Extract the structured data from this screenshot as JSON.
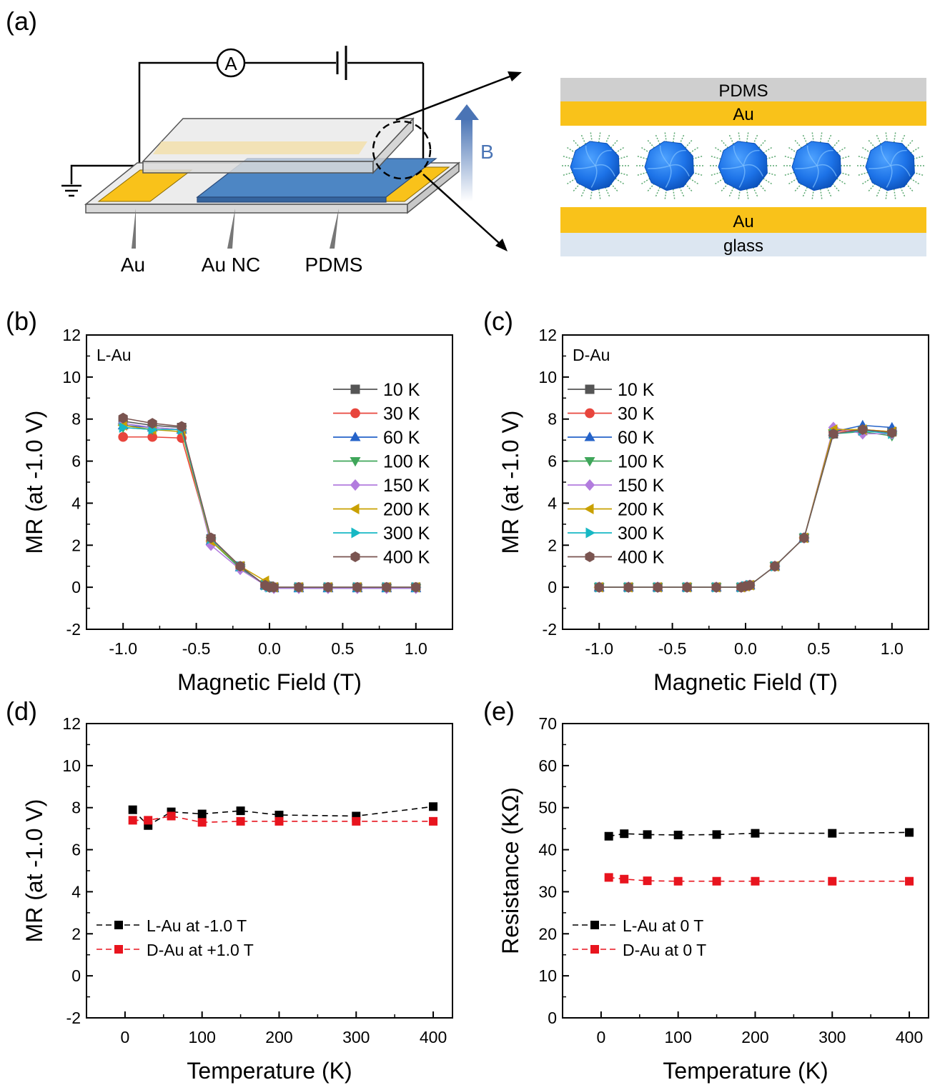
{
  "panel_labels": {
    "a": "(a)",
    "b": "(b)",
    "c": "(c)",
    "d": "(d)",
    "e": "(e)"
  },
  "schematic": {
    "ammeter": "A",
    "field_label": "B",
    "callouts": [
      "Au",
      "Au NC",
      "PDMS"
    ],
    "stack_layers": [
      "PDMS",
      "Au",
      "Au",
      "glass"
    ],
    "colors": {
      "gold": "#f9c21a",
      "nc_blue": "#4d86c4",
      "nanocluster": "#1d73e8",
      "pdms_gray": "#cfcfcf",
      "glass": "#dce6f1",
      "field_arrow": "#4a74b5"
    }
  },
  "chart_data": [
    {
      "id": "b",
      "type": "line",
      "annotation": "L-Au",
      "xlabel": "Magnetic Field (T)",
      "ylabel": "MR (at -1.0 V)",
      "xlim": [
        -1.25,
        1.25
      ],
      "ylim": [
        -2,
        12
      ],
      "xticks": [
        -1.0,
        -0.5,
        0.0,
        0.5,
        1.0
      ],
      "xtick_labels": [
        "-1.0",
        "-0.5",
        "0.0",
        "0.5",
        "1.0"
      ],
      "yticks": [
        -2,
        0,
        2,
        4,
        6,
        8,
        10,
        12
      ],
      "ytick_labels": [
        "-2",
        "0",
        "2",
        "4",
        "6",
        "8",
        "10",
        "12"
      ],
      "legend_position": "top-right",
      "x": [
        -1.0,
        -0.8,
        -0.6,
        -0.4,
        -0.2,
        -0.03,
        0.0,
        0.03,
        0.2,
        0.4,
        0.6,
        0.8,
        1.0
      ],
      "series": [
        {
          "name": "10 K",
          "color": "#555555",
          "marker": "square",
          "values": [
            7.9,
            7.7,
            7.6,
            2.3,
            1.0,
            0.1,
            0.05,
            0.0,
            0.0,
            0.0,
            0.0,
            0.0,
            0.0
          ]
        },
        {
          "name": "30 K",
          "color": "#e8453c",
          "marker": "circle",
          "values": [
            7.15,
            7.15,
            7.1,
            2.2,
            0.95,
            0.1,
            0.0,
            0.0,
            0.0,
            0.0,
            0.0,
            0.0,
            0.0
          ]
        },
        {
          "name": "60 K",
          "color": "#2563c9",
          "marker": "triangle-up",
          "values": [
            7.7,
            7.6,
            7.5,
            2.2,
            0.95,
            0.1,
            0.0,
            -0.05,
            -0.05,
            -0.05,
            -0.05,
            -0.05,
            -0.05
          ]
        },
        {
          "name": "100 K",
          "color": "#3fa65a",
          "marker": "triangle-down",
          "values": [
            7.6,
            7.5,
            7.5,
            2.2,
            0.9,
            0.1,
            0.0,
            -0.05,
            -0.05,
            -0.05,
            -0.05,
            -0.05,
            -0.05
          ]
        },
        {
          "name": "150 K",
          "color": "#b27cde",
          "marker": "diamond",
          "values": [
            7.8,
            7.6,
            7.5,
            2.0,
            0.85,
            0.1,
            0.0,
            -0.05,
            -0.05,
            -0.05,
            -0.05,
            -0.05,
            -0.05
          ]
        },
        {
          "name": "200 K",
          "color": "#c9a000",
          "marker": "triangle-left",
          "values": [
            7.7,
            7.5,
            7.4,
            2.2,
            1.0,
            0.3,
            0.0,
            0.0,
            0.0,
            0.0,
            0.0,
            0.0,
            0.0
          ]
        },
        {
          "name": "300 K",
          "color": "#17b8c4",
          "marker": "triangle-right",
          "values": [
            7.6,
            7.5,
            7.5,
            2.3,
            1.0,
            0.1,
            0.0,
            0.0,
            0.0,
            0.0,
            0.0,
            0.0,
            0.0
          ]
        },
        {
          "name": "400 K",
          "color": "#7a5450",
          "marker": "hexagon",
          "values": [
            8.05,
            7.8,
            7.65,
            2.35,
            1.0,
            0.1,
            0.0,
            0.0,
            0.0,
            0.0,
            0.0,
            0.0,
            0.0
          ]
        }
      ]
    },
    {
      "id": "c",
      "type": "line",
      "annotation": "D-Au",
      "xlabel": "Magnetic Field (T)",
      "ylabel": "MR (at -1.0 V)",
      "xlim": [
        -1.25,
        1.25
      ],
      "ylim": [
        -2,
        12
      ],
      "xticks": [
        -1.0,
        -0.5,
        0.0,
        0.5,
        1.0
      ],
      "xtick_labels": [
        "-1.0",
        "-0.5",
        "0.0",
        "0.5",
        "1.0"
      ],
      "yticks": [
        -2,
        0,
        2,
        4,
        6,
        8,
        10,
        12
      ],
      "ytick_labels": [
        "-2",
        "0",
        "2",
        "4",
        "6",
        "8",
        "10",
        "12"
      ],
      "legend_position": "top-left",
      "x": [
        -1.0,
        -0.8,
        -0.6,
        -0.4,
        -0.2,
        -0.03,
        0.0,
        0.03,
        0.2,
        0.4,
        0.6,
        0.8,
        1.0
      ],
      "series": [
        {
          "name": "10 K",
          "color": "#555555",
          "marker": "square",
          "values": [
            0.0,
            0.0,
            0.0,
            0.0,
            0.0,
            0.0,
            0.05,
            0.1,
            1.0,
            2.35,
            7.3,
            7.45,
            7.4
          ]
        },
        {
          "name": "30 K",
          "color": "#e8453c",
          "marker": "circle",
          "values": [
            0.0,
            0.0,
            0.0,
            0.0,
            0.0,
            0.0,
            0.05,
            0.1,
            1.0,
            2.35,
            7.4,
            7.5,
            7.4
          ]
        },
        {
          "name": "60 K",
          "color": "#2563c9",
          "marker": "triangle-up",
          "values": [
            0.0,
            0.0,
            0.0,
            0.0,
            0.0,
            0.0,
            0.05,
            0.1,
            1.0,
            2.35,
            7.4,
            7.7,
            7.6
          ]
        },
        {
          "name": "100 K",
          "color": "#3fa65a",
          "marker": "triangle-down",
          "values": [
            0.0,
            0.0,
            0.0,
            0.0,
            0.0,
            0.0,
            0.05,
            0.1,
            1.0,
            2.35,
            7.3,
            7.4,
            7.2
          ]
        },
        {
          "name": "150 K",
          "color": "#b27cde",
          "marker": "diamond",
          "values": [
            0.0,
            0.0,
            0.0,
            0.0,
            0.0,
            0.0,
            0.05,
            0.1,
            1.0,
            2.35,
            7.6,
            7.3,
            7.3
          ]
        },
        {
          "name": "200 K",
          "color": "#c9a000",
          "marker": "triangle-left",
          "values": [
            0.0,
            0.0,
            0.0,
            0.0,
            0.0,
            0.0,
            0.05,
            0.1,
            1.0,
            2.35,
            7.5,
            7.5,
            7.4
          ]
        },
        {
          "name": "300 K",
          "color": "#17b8c4",
          "marker": "triangle-right",
          "values": [
            0.0,
            0.0,
            0.0,
            0.0,
            0.0,
            0.0,
            0.05,
            0.1,
            1.0,
            2.35,
            7.3,
            7.45,
            7.3
          ]
        },
        {
          "name": "400 K",
          "color": "#7a5450",
          "marker": "hexagon",
          "values": [
            0.0,
            0.0,
            0.0,
            0.0,
            0.0,
            0.0,
            0.05,
            0.1,
            1.0,
            2.35,
            7.3,
            7.5,
            7.35
          ]
        }
      ]
    },
    {
      "id": "d",
      "type": "scatter",
      "xlabel": "Temperature (K)",
      "ylabel": "MR (at -1.0 V)",
      "xlim": [
        -50,
        425
      ],
      "ylim": [
        -2,
        12
      ],
      "xticks": [
        0,
        100,
        200,
        300,
        400
      ],
      "xtick_labels": [
        "0",
        "100",
        "200",
        "300",
        "400"
      ],
      "yticks": [
        -2,
        0,
        2,
        4,
        6,
        8,
        10,
        12
      ],
      "ytick_labels": [
        "-2",
        "0",
        "2",
        "4",
        "6",
        "8",
        "10",
        "12"
      ],
      "legend_position": "bottom-left",
      "x": [
        10,
        30,
        60,
        100,
        150,
        200,
        300,
        400
      ],
      "series": [
        {
          "name": "L-Au at  -1.0 T",
          "color": "#000000",
          "marker": "square",
          "values": [
            7.9,
            7.15,
            7.8,
            7.7,
            7.85,
            7.65,
            7.6,
            8.05
          ]
        },
        {
          "name": "D-Au at +1.0 T",
          "color": "#e8141e",
          "marker": "square",
          "values": [
            7.4,
            7.4,
            7.6,
            7.3,
            7.35,
            7.35,
            7.35,
            7.35
          ]
        }
      ]
    },
    {
      "id": "e",
      "type": "scatter",
      "xlabel": "Temperature (K)",
      "ylabel": "Resistance (KΩ)",
      "xlim": [
        -50,
        425
      ],
      "ylim": [
        0,
        70
      ],
      "xticks": [
        0,
        100,
        200,
        300,
        400
      ],
      "xtick_labels": [
        "0",
        "100",
        "200",
        "300",
        "400"
      ],
      "yticks": [
        0,
        10,
        20,
        30,
        40,
        50,
        60,
        70
      ],
      "ytick_labels": [
        "0",
        "10",
        "20",
        "30",
        "40",
        "50",
        "60",
        "70"
      ],
      "legend_position": "bottom-left",
      "x": [
        10,
        30,
        60,
        100,
        150,
        200,
        300,
        400
      ],
      "series": [
        {
          "name": "L-Au at 0 T",
          "color": "#000000",
          "marker": "square",
          "values": [
            43.2,
            43.8,
            43.6,
            43.5,
            43.6,
            43.9,
            43.9,
            44.1
          ]
        },
        {
          "name": "D-Au at 0 T",
          "color": "#e8141e",
          "marker": "square",
          "values": [
            33.4,
            33.0,
            32.6,
            32.5,
            32.5,
            32.5,
            32.5,
            32.5
          ]
        }
      ]
    }
  ]
}
